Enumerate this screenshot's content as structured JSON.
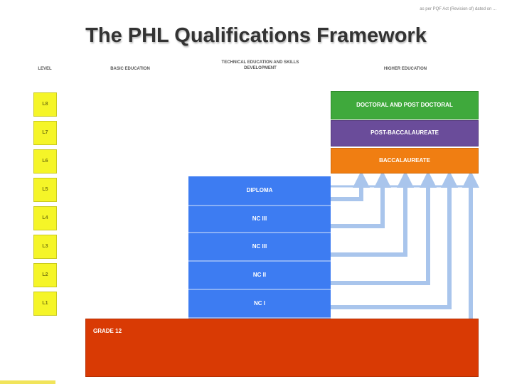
{
  "header": {
    "note": "as per PQF Act (Revision of) dated on ...",
    "title": "The PHL Qualifications Framework"
  },
  "columns": {
    "level": "LEVEL",
    "basic": "BASIC EDUCATION",
    "tvet": "TECHNICAL EDUCATION AND SKILLS DEVELOPMENT",
    "higher": "HIGHER EDUCATION"
  },
  "levels": [
    "L8",
    "L7",
    "L6",
    "L5",
    "L4",
    "L3",
    "L2",
    "L1"
  ],
  "tvet": [
    "DIPLOMA",
    "NC III",
    "NC III",
    "NC II",
    "NC I"
  ],
  "higher": [
    "DOCTORAL AND POST DOCTORAL",
    "POST-BACCALAUREATE",
    "BACCALAUREATE"
  ],
  "basic": {
    "label": "GRADE 12"
  },
  "colors": {
    "level": "#f5f528",
    "tvet": "#3d7cf2",
    "grade12": "#d93a04",
    "doctoral": "#3fa93c",
    "post_baccalaureate": "#6a4c9a",
    "baccalaureate": "#f07e12",
    "arrow": "#a9c5ec"
  }
}
